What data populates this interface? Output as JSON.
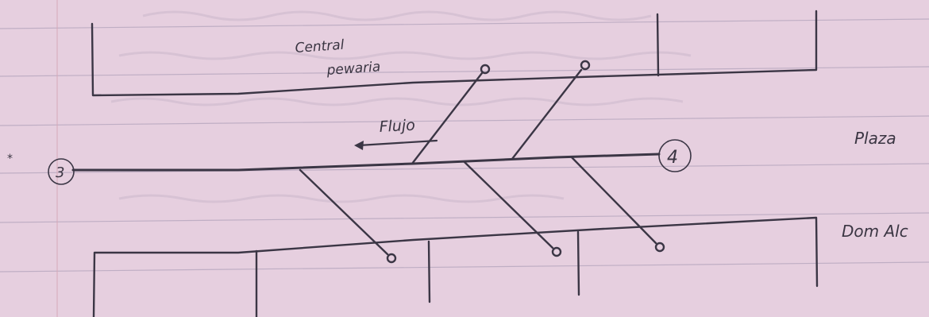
{
  "labels": {
    "central_line1": "Central",
    "central_line2": "pewaria",
    "flow": "Flujo",
    "plaza": "Plaza",
    "dom": "Dom Alc",
    "node_left": "3",
    "node_right": "4"
  },
  "colors": {
    "paper": "#e6cfdf",
    "ink": "#3b3645",
    "ruled_line": "#bfaec4",
    "bleed_through": "#cdb8c9"
  }
}
